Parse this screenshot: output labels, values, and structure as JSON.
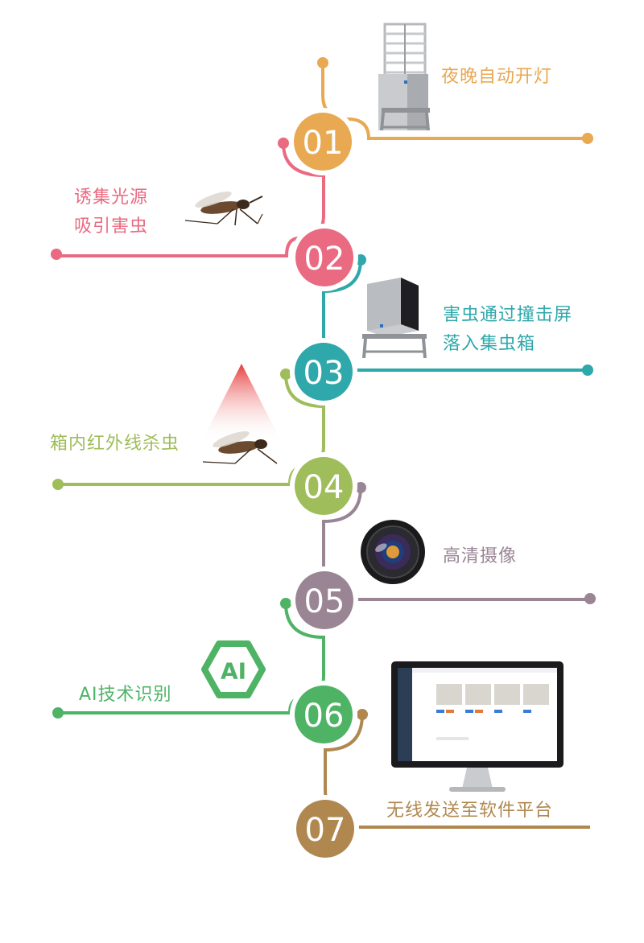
{
  "steps": [
    {
      "number": "01",
      "lines": [
        "夜晚自动开灯"
      ],
      "color": "#e9a852",
      "icon": "trap-device-open-icon"
    },
    {
      "number": "02",
      "lines": [
        "诱集光源",
        "吸引害虫"
      ],
      "color": "#ea6a82",
      "icon": "mosquito-icon"
    },
    {
      "number": "03",
      "lines": [
        "害虫通过撞击屏",
        "落入集虫箱"
      ],
      "color": "#2fa8ab",
      "icon": "trap-device-box-icon"
    },
    {
      "number": "04",
      "lines": [
        "箱内红外线杀虫"
      ],
      "color": "#9fbd5a",
      "icon": "infrared-mosquito-icon"
    },
    {
      "number": "05",
      "lines": [
        "高清摄像"
      ],
      "color": "#9a8595",
      "icon": "camera-lens-icon"
    },
    {
      "number": "06",
      "lines": [
        "AI技术识别"
      ],
      "color": "#4fb366",
      "icon": "ai-badge-icon",
      "badge_text": "AI"
    },
    {
      "number": "07",
      "lines": [
        "无线发送至软件平台"
      ],
      "color": "#b0884f",
      "icon": "monitor-icon"
    }
  ]
}
